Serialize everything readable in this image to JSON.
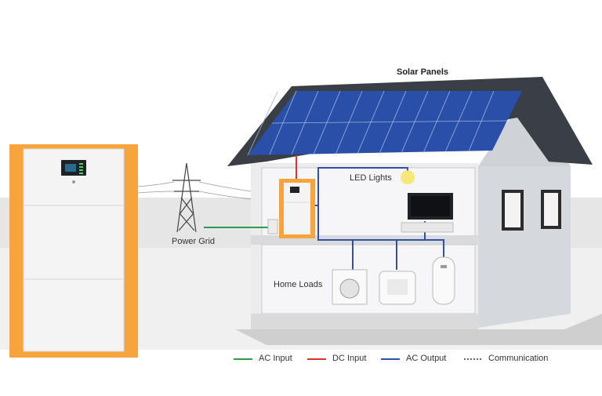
{
  "labels": {
    "solar_panels": "Solar Panels",
    "led_lights": "LED Lights",
    "power_grid": "Power Grid",
    "home_loads": "Home Loads"
  },
  "legend": [
    {
      "label": "AC Input",
      "color": "#2e9c4a",
      "style": "solid"
    },
    {
      "label": "DC Input",
      "color": "#d9342b",
      "style": "solid"
    },
    {
      "label": "AC Output",
      "color": "#2f4fa8",
      "style": "solid"
    },
    {
      "label": "Communication",
      "color": "#666666",
      "style": "dotted"
    }
  ],
  "colors": {
    "battery_frame": "#f5a53c",
    "roof": "#3a3f46",
    "solar_panel": "#2a4fa8",
    "wall": "#e7e9ec",
    "ground": "#e2e2e2"
  }
}
